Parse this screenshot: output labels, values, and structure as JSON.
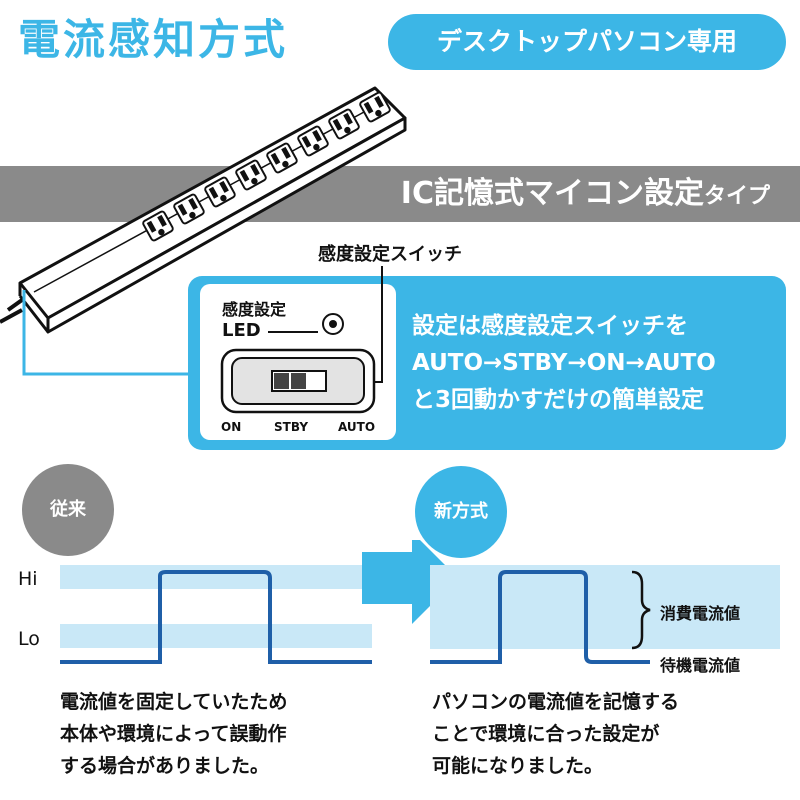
{
  "header": {
    "title": "電流感知方式",
    "badge": "デスクトップパソコン専用"
  },
  "product": {
    "type_label_main": "IC記憶式マイコン設定",
    "type_label_suffix": "タイプ",
    "switch_callout": "感度設定スイッチ",
    "panel_label_1": "感度設定",
    "panel_label_2": "LED",
    "switch_positions": [
      "ON",
      "STBY",
      "AUTO"
    ],
    "description_lines": [
      "設定は感度設定スイッチを",
      "AUTO→STBY→ON→AUTO",
      "と3回動かすだけの簡単設定"
    ]
  },
  "comparison": {
    "old_label": "従来",
    "new_label": "新方式",
    "y_hi": "Hi",
    "y_lo": "Lo",
    "consumption_label": "消費電流値",
    "standby_label": "待機電流値",
    "old_caption": [
      "電流値を固定していたため",
      "本体や環境によって誤動作",
      "する場合がありました。"
    ],
    "new_caption": [
      "パソコンの電流値を記憶する",
      "ことで環境に合った設定が",
      "可能になりました。"
    ]
  },
  "colors": {
    "accent": "#3cb6e6",
    "band": "#c9e8f7",
    "line": "#1f5fa8",
    "gray": "#8a8a8a"
  }
}
